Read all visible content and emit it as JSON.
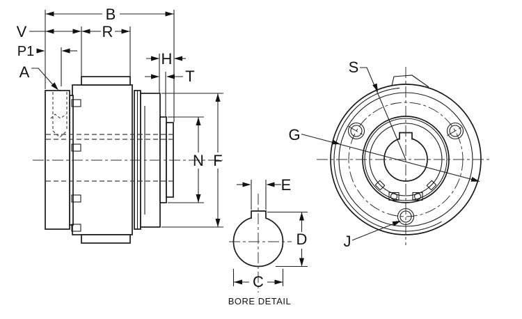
{
  "figure": {
    "type": "technical-dimensional-drawing",
    "subject": "shaft coupling / flanged hub with bore detail",
    "colors": {
      "line": "#1a1a1a",
      "background": "#ffffff"
    },
    "views": {
      "side_view": {
        "labels": {
          "B": "B",
          "V": "V",
          "P1": "P1",
          "A": "A",
          "R": "R",
          "H": "H",
          "T": "T",
          "N": "N",
          "F": "F"
        }
      },
      "front_view": {
        "labels": {
          "S": "S",
          "G": "G",
          "J": "J"
        }
      },
      "bore_detail": {
        "labels": {
          "E": "E",
          "D": "D",
          "C": "C"
        },
        "caption": "BORE DETAIL"
      }
    }
  }
}
